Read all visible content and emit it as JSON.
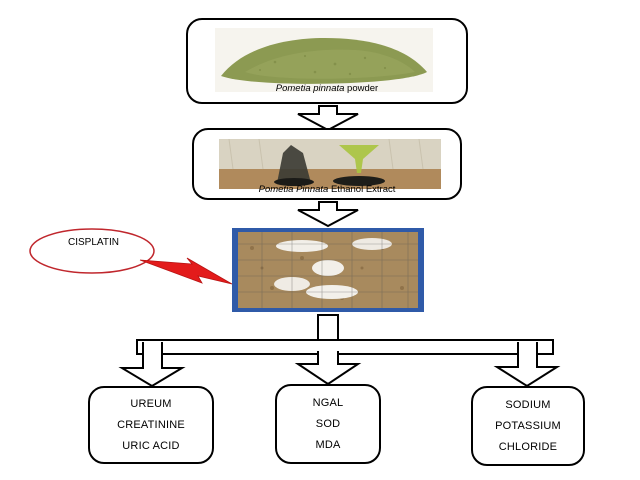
{
  "steps": {
    "powder": {
      "name_italic": "Pometia pinnata",
      "name_rest": " powder"
    },
    "extract": {
      "name_italic": "Pometia Pinnata",
      "name_rest": " Ethanol Extract"
    }
  },
  "treatment": {
    "label": "CISPLATIN"
  },
  "outcomes": [
    {
      "items": [
        "UREUM",
        "CREATININE",
        "URIC ACID"
      ]
    },
    {
      "items": [
        "NGAL",
        "SOD",
        "MDA"
      ]
    },
    {
      "items": [
        "SODIUM",
        "POTASSIUM",
        "CHLORIDE"
      ]
    }
  ],
  "colors": {
    "box_border": "#000000",
    "arrow_fill": "#ffffff",
    "cisplatin_ellipse": "#c0272d",
    "lightning": "#e31b1b",
    "powder": "#8c9a52",
    "photo_frame": "#2f5aa8"
  }
}
